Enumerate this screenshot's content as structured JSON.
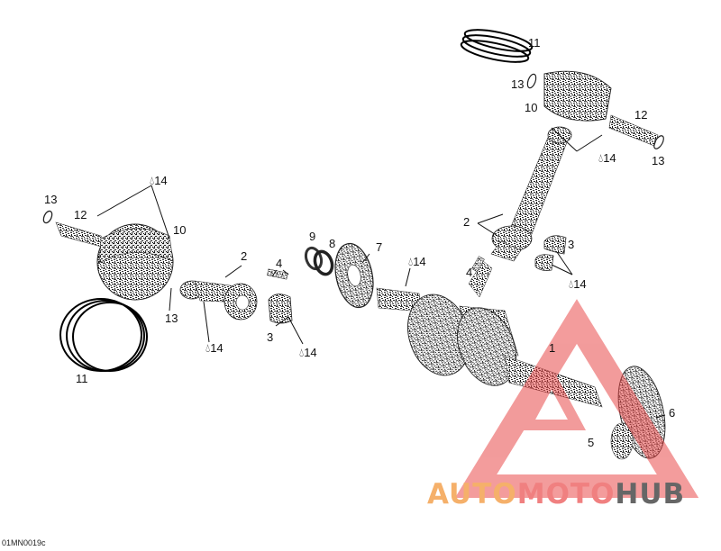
{
  "callouts": {
    "c1": "1",
    "c2a": "2",
    "c2b": "2",
    "c3a": "3",
    "c3b": "3",
    "c4a": "4",
    "c4b": "4",
    "c5": "5",
    "c6": "6",
    "c7": "7",
    "c8": "8",
    "c9": "9",
    "c10a": "10",
    "c10b": "10",
    "c11a": "11",
    "c11b": "11",
    "c12a": "12",
    "c12b": "12",
    "c13a": "13",
    "c13b": "13",
    "c13c": "13",
    "c13d": "13",
    "c14a": "14",
    "c14b": "14",
    "c14c": "14",
    "c14d": "14",
    "c14e": "14",
    "c14f": "14"
  },
  "diagram_code": "01MN0019c",
  "watermark": {
    "part1": "AUTO",
    "part2": "MOTO",
    "part3": "HUB",
    "color_orange": "#f5b06a",
    "color_red": "#f08080",
    "color_gray": "#666666"
  }
}
